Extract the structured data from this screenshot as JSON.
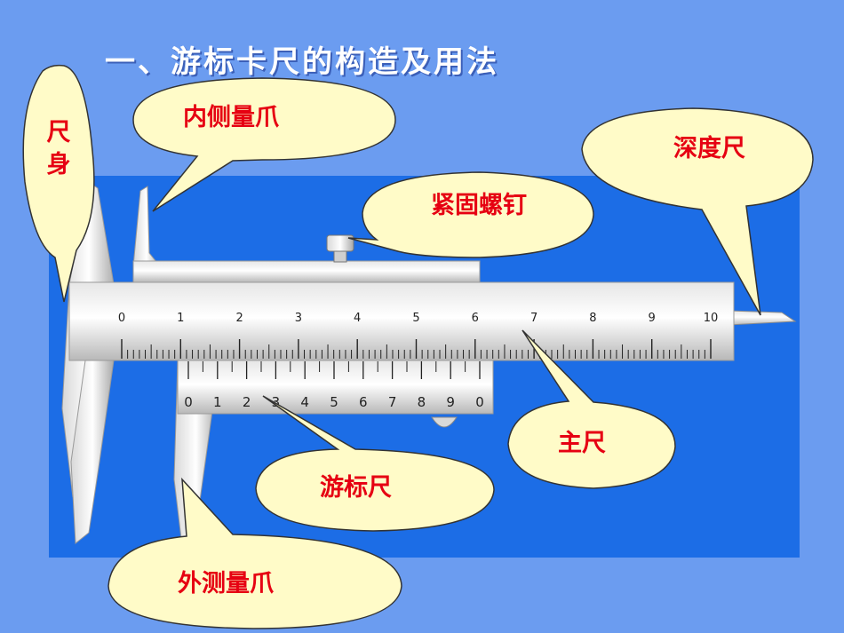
{
  "title": "一、游标卡尺的构造及用法",
  "labels": {
    "ruler_body": "尺身",
    "inner_jaw": "内侧量爪",
    "depth_rod": "深度尺",
    "lock_screw": "紧固螺钉",
    "main_scale": "主尺",
    "vernier_scale": "游标尺",
    "outer_jaw": "外测量爪"
  },
  "main_scale": {
    "numbers": [
      "0",
      "1",
      "2",
      "3",
      "4",
      "5",
      "6",
      "7",
      "8",
      "9",
      "10"
    ]
  },
  "vernier_scale": {
    "numbers": [
      "0",
      "1",
      "2",
      "3",
      "4",
      "5",
      "6",
      "7",
      "8",
      "9",
      "0"
    ]
  },
  "colors": {
    "background": "#6b9cf0",
    "panel": "#1c6de6",
    "callout_fill": "#fffbc8",
    "label_text": "#e60012"
  }
}
